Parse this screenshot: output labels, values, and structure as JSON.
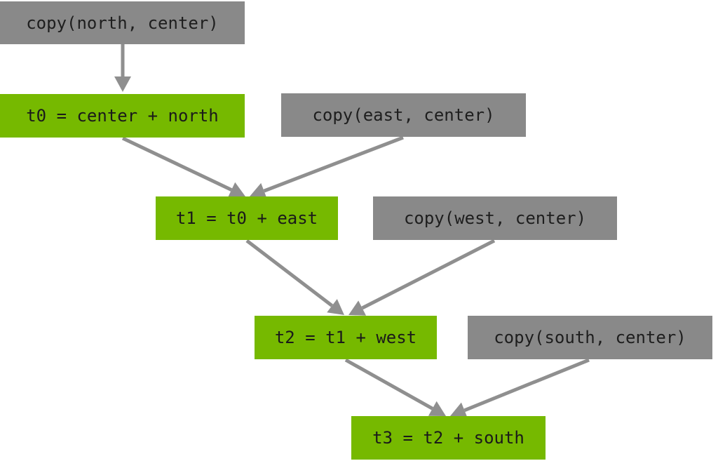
{
  "colors": {
    "copy_fill": "#898989",
    "compute_fill": "#76b900",
    "edge": "#8f8f8f"
  },
  "nodes": {
    "copy_north": {
      "label": "copy(north, center)",
      "kind": "copy"
    },
    "t0": {
      "label": "t0 = center + north",
      "kind": "compute"
    },
    "copy_east": {
      "label": "copy(east, center)",
      "kind": "copy"
    },
    "t1": {
      "label": "t1 = t0 + east",
      "kind": "compute"
    },
    "copy_west": {
      "label": "copy(west, center)",
      "kind": "copy"
    },
    "t2": {
      "label": "t2 = t1 + west",
      "kind": "compute"
    },
    "copy_south": {
      "label": "copy(south, center)",
      "kind": "copy"
    },
    "t3": {
      "label": "t3 = t2 + south",
      "kind": "compute"
    }
  },
  "edges": [
    {
      "from": "copy_north",
      "to": "t0"
    },
    {
      "from": "t0",
      "to": "t1"
    },
    {
      "from": "copy_east",
      "to": "t1"
    },
    {
      "from": "t1",
      "to": "t2"
    },
    {
      "from": "copy_west",
      "to": "t2"
    },
    {
      "from": "t2",
      "to": "t3"
    },
    {
      "from": "copy_south",
      "to": "t3"
    }
  ]
}
